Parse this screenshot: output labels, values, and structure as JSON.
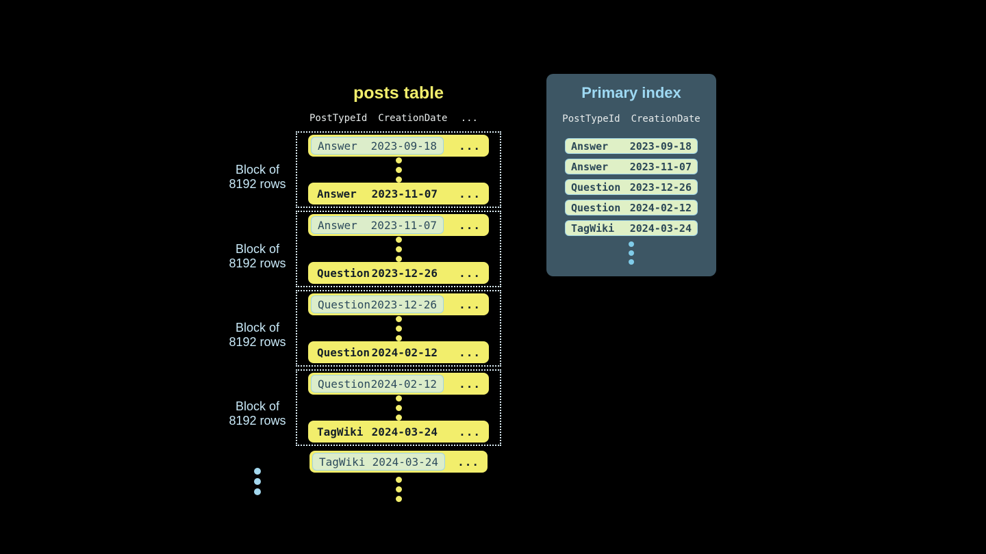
{
  "colors": {
    "bg": "#000000",
    "row_yellow": "#f2ee6c",
    "hl_bg": "#dcedca",
    "hl_border": "#9ed3e6",
    "hl_text": "#2c4a5c",
    "dark_text": "#141f29",
    "panel_bg": "#3d5664",
    "panel_title": "#9ed9f3",
    "index_row_bg": "#dff0c6",
    "index_text": "#2b4757",
    "header_text": "#e8ecec",
    "label_blue": "#c9e9f8",
    "dotted": "#dceef6",
    "blue_dot": "#a3d7ee",
    "index_dot": "#80cce9"
  },
  "posts_table": {
    "title": "posts table",
    "header": {
      "col_type": "PostTypeId",
      "col_date": "CreationDate",
      "col_more": "..."
    },
    "row_ellipsis": "...",
    "block_label": {
      "line1": "Block of",
      "line2": "8192 rows"
    },
    "blocks": [
      {
        "first_row": {
          "type": "Answer",
          "date": "2023-09-18"
        },
        "last_row": {
          "type": "Answer",
          "date": "2023-11-07"
        }
      },
      {
        "first_row": {
          "type": "Answer",
          "date": "2023-11-07"
        },
        "last_row": {
          "type": "Question",
          "date": "2023-12-26"
        }
      },
      {
        "first_row": {
          "type": "Question",
          "date": "2023-12-26"
        },
        "last_row": {
          "type": "Question",
          "date": "2024-02-12"
        }
      },
      {
        "first_row": {
          "type": "Question",
          "date": "2024-02-12"
        },
        "last_row": {
          "type": "TagWiki",
          "date": "2024-03-24"
        }
      }
    ],
    "tail_row": {
      "type": "TagWiki",
      "date": "2024-03-24"
    }
  },
  "primary_index": {
    "title": "Primary index",
    "header": {
      "col_type": "PostTypeId",
      "col_date": "CreationDate"
    },
    "rows": [
      {
        "type": "Answer",
        "date": "2023-09-18"
      },
      {
        "type": "Answer",
        "date": "2023-11-07"
      },
      {
        "type": "Question",
        "date": "2023-12-26"
      },
      {
        "type": "Question",
        "date": "2024-02-12"
      },
      {
        "type": "TagWiki",
        "date": "2024-03-24"
      }
    ]
  }
}
